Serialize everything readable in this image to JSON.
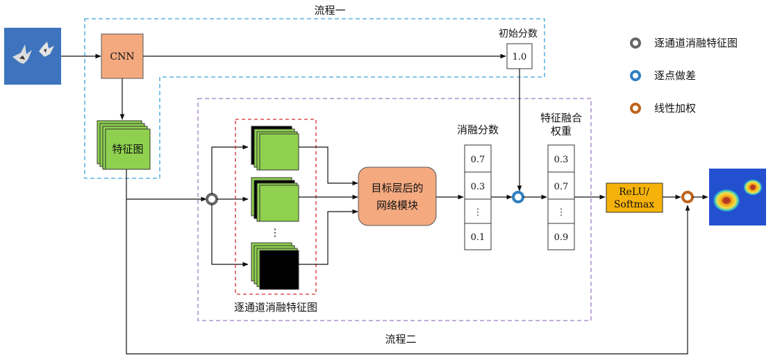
{
  "flows": {
    "flow1_label": "流程一",
    "flow2_label": "流程二"
  },
  "nodes": {
    "cnn_label": "CNN",
    "feature_map_label": "特征图",
    "initial_score_label": "初始分数",
    "initial_score_value": "1.0",
    "network_module_line1": "目标层后的",
    "network_module_line2": "网络模块",
    "ablation_maps_label": "逐通道消融特征图",
    "ablation_maps_dots": "⋮",
    "ablation_scores_label": "消融分数",
    "ablation_scores": [
      "0.7",
      "0.3",
      "⋮",
      "0.1"
    ],
    "fusion_weights_label_line1": "特征融合",
    "fusion_weights_label_line2": "权重",
    "fusion_weights": [
      "0.3",
      "0.7",
      "⋮",
      "0.9"
    ],
    "activation_line1": "ReLU/",
    "activation_line2": "Softmax"
  },
  "legend": {
    "items": [
      {
        "label": "逐通道消融特征图",
        "color": "#666666",
        "icon": "gray-ring-icon"
      },
      {
        "label": "逐点做差",
        "color": "#2f7fc1",
        "icon": "blue-ring-icon"
      },
      {
        "label": "线性加权",
        "color": "#c0641c",
        "icon": "orange-ring-icon"
      }
    ]
  },
  "colors": {
    "flow1_border": "#3aa5d8",
    "flow2_border": "#9a7bc4",
    "ablation_border": "#d42a2a",
    "cnn_fill": "#f4a97f",
    "module_fill": "#f4a97f",
    "feature_green": "#8fd14f",
    "activation_fill": "#f5b20a",
    "input_sky": "#2f66b3"
  }
}
